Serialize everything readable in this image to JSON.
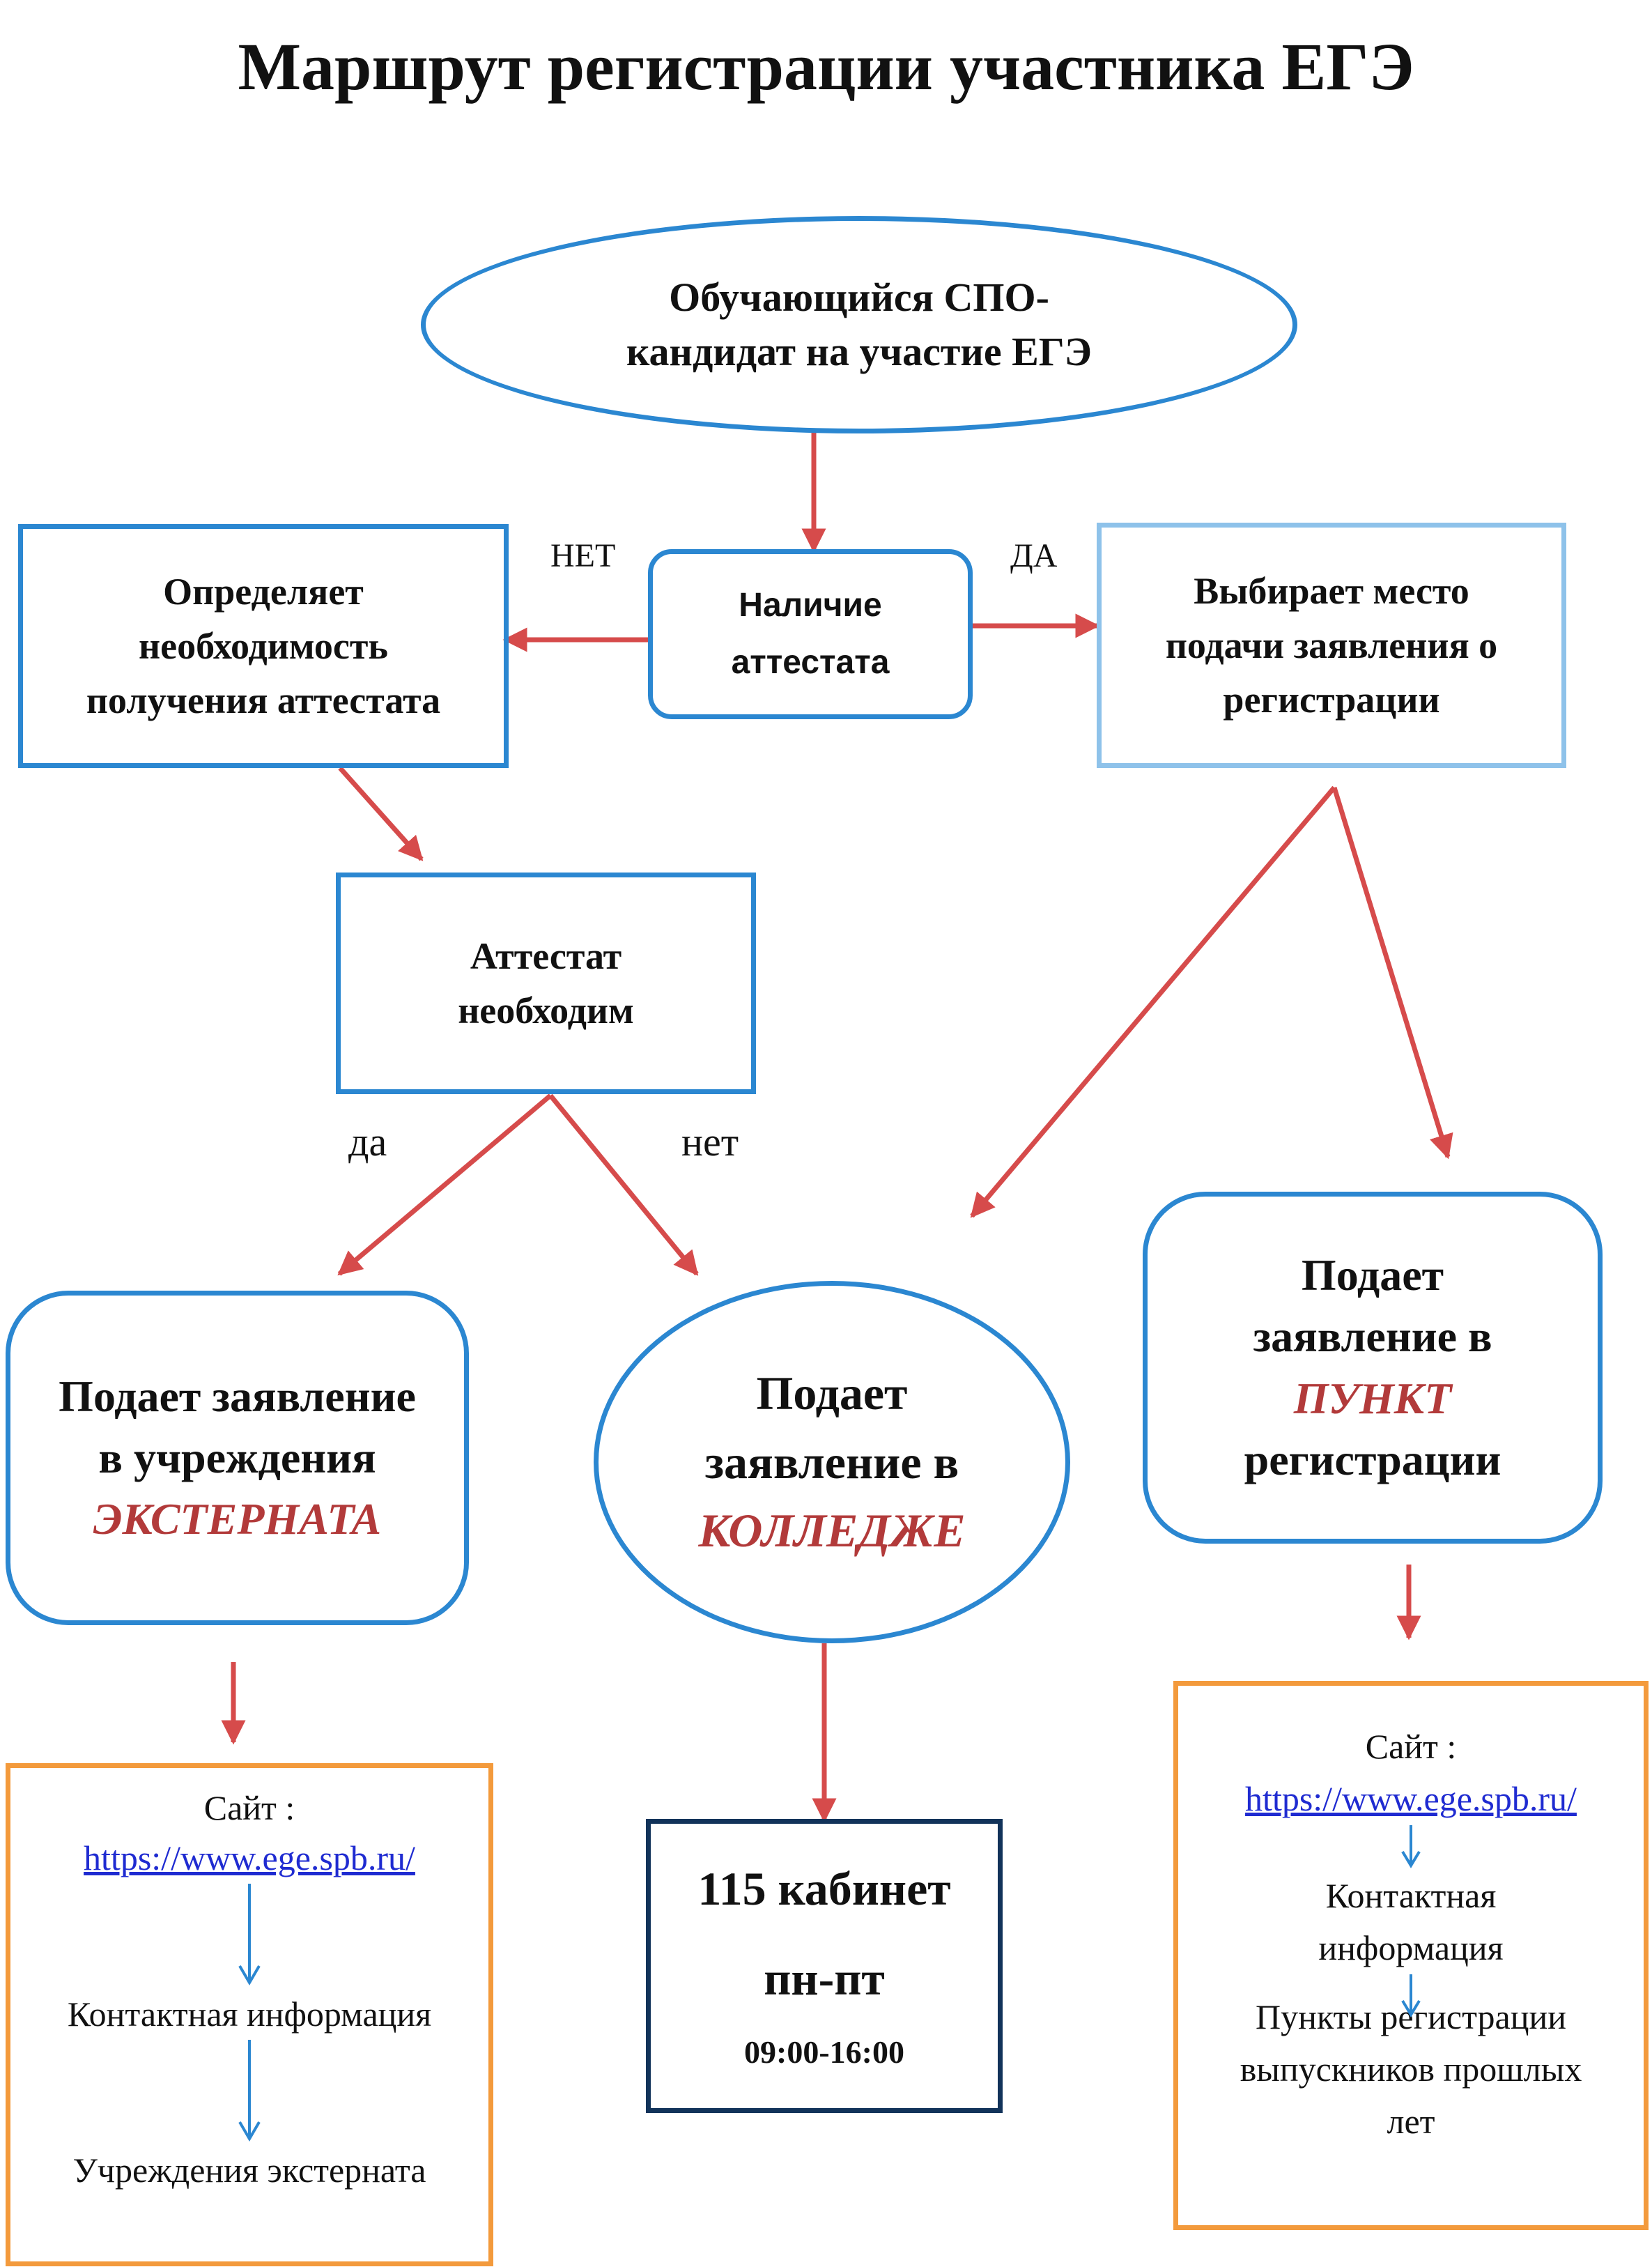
{
  "title": "Маршрут регистрации участника ЕГЭ",
  "colors": {
    "blue_border": "#2b87d1",
    "light_blue_border": "#8ec2ea",
    "orange_border": "#f39a3c",
    "navy_border": "#12335a",
    "arrow_red": "#d64b4b",
    "arrow_blue": "#2b87d1",
    "accent_red_text": "#b23a3a"
  },
  "start": {
    "line1": "Обучающийся СПО-",
    "line2": "кандидат на участие ЕГЭ"
  },
  "decision_attestat": {
    "line1": "Наличие",
    "line2": "аттестата",
    "no_label": "НЕТ",
    "yes_label": "ДА"
  },
  "left_box": {
    "line1": "Определяет",
    "line2": "необходимость",
    "line3": "получения аттестата"
  },
  "right_box": {
    "line1": "Выбирает место",
    "line2": "подачи заявления о",
    "line3": "регистрации"
  },
  "need_box": {
    "line1": "Аттестат",
    "line2": "необходим",
    "yes_label": "да",
    "no_label": "нет"
  },
  "extern_box": {
    "line1": "Подает заявление",
    "line2": "в учреждения",
    "highlight": "ЭКСТЕРНАТА"
  },
  "college_circle": {
    "line1": "Подает",
    "line2": "заявление в",
    "highlight": "КОЛЛЕДЖЕ"
  },
  "punkt_box": {
    "line1": "Подает",
    "line2": "заявление в",
    "highlight": "ПУНКТ",
    "line4": "регистрации"
  },
  "extern_info": {
    "site_label": "Сайт :",
    "url": "https://www.ege.spb.ru/",
    "step1": "Контактная информация",
    "step2": "Учреждения экстерната"
  },
  "college_info": {
    "room": "115 кабинет",
    "days": "пн-пт",
    "hours": "09:00-16:00"
  },
  "punkt_info": {
    "site_label": "Сайт :",
    "url": "https://www.ege.spb.ru/",
    "step1_line1": "Контактная",
    "step1_line2": "информация",
    "step2_line1": "Пункты регистрации",
    "step2_line2": "выпускников прошлых",
    "step2_line3": "лет"
  }
}
